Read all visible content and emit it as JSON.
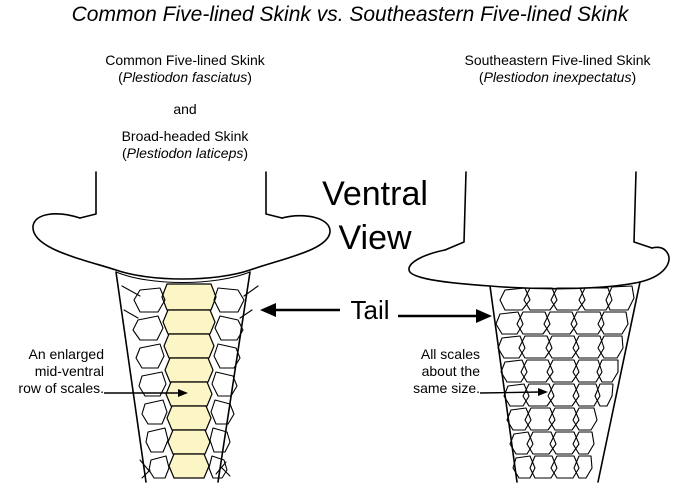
{
  "title": "Common Five-lined Skink vs. Southeastern Five-lined Skink",
  "left": {
    "name1": "Common Five-lined Skink",
    "sci1": "Plestiodon fasciatus",
    "conj": "and",
    "name2": "Broad-headed Skink",
    "sci2": "Plestiodon laticeps",
    "note_lines": [
      "An enlarged",
      "mid-ventral",
      "row of scales."
    ]
  },
  "right": {
    "name": "Southeastern Five-lined Skink",
    "sci": "Plestiodon inexpectatus",
    "note_lines": [
      "All scales",
      "about the",
      "same size."
    ]
  },
  "center": {
    "view_lines": [
      "Ventral",
      "View"
    ],
    "tail": "Tail"
  },
  "colors": {
    "enlarged_scale": "#fcf5c6",
    "line": "#000000",
    "background": "#ffffff"
  }
}
